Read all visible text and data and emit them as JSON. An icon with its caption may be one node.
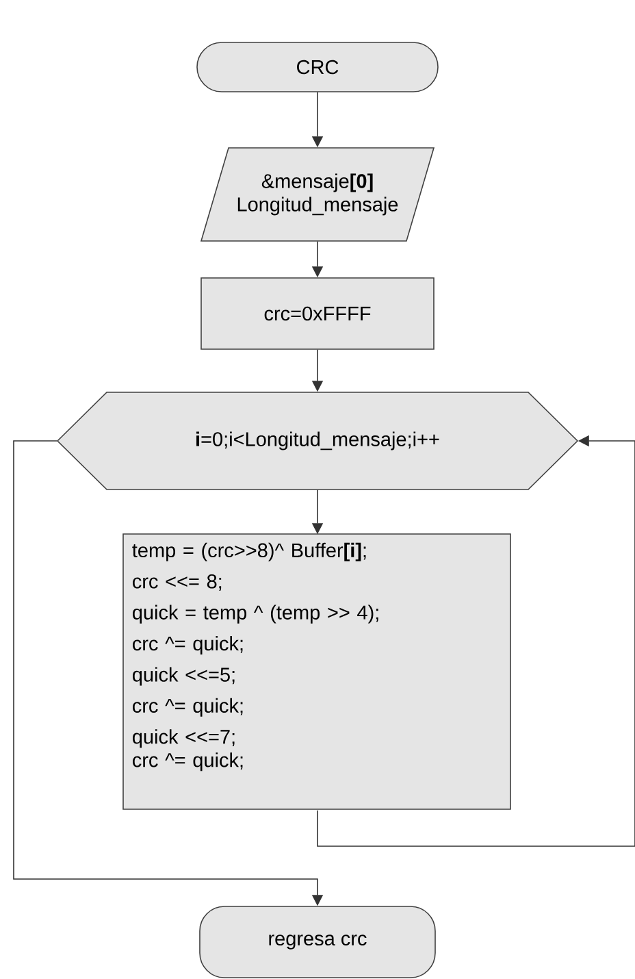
{
  "diagram": {
    "nodes": [
      {
        "text": [
          "CRC"
        ]
      },
      {
        "text": [
          "&mensaje**[0]**",
          "Longitud_mensaje"
        ]
      },
      {
        "text": [
          "crc=0xFFFF"
        ]
      },
      {
        "text": [
          "**i**=0;i<Longitud_mensaje;i++"
        ]
      },
      {
        "text": [
          "temp = (crc>>8)^ Buffer**[i]**;",
          "crc <<= 8;",
          "quick = temp ^ (temp >> 4);",
          "crc ^= quick;",
          "quick <<=5;",
          "crc ^= quick;",
          "quick <<=7;",
          "crc ^= quick;"
        ]
      },
      {
        "text": [
          "regresa crc"
        ]
      }
    ],
    "edges": [
      {
        "from": 0,
        "to": 1,
        "arrow": "to"
      },
      {
        "from": 1,
        "to": 2,
        "arrow": "to"
      },
      {
        "from": 2,
        "to": 3,
        "arrow": "to"
      },
      {
        "from": 3,
        "to": 4,
        "arrow": "to"
      },
      {
        "from": 4,
        "to": 3,
        "arrow": "to"
      },
      {
        "from": 3,
        "to": 5,
        "arrow": "to"
      }
    ]
  }
}
